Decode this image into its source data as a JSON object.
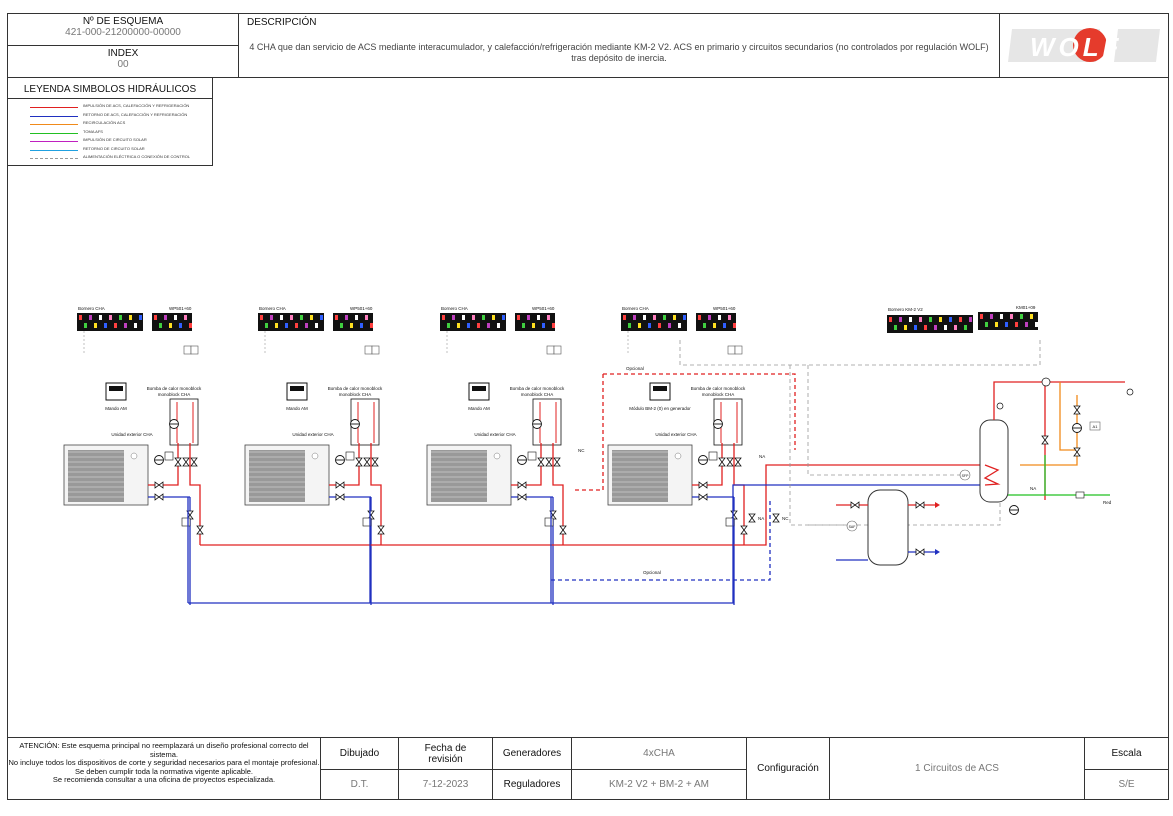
{
  "header": {
    "scheme_label": "Nº DE ESQUEMA",
    "scheme_value": "421-000-21200000-00000",
    "index_label": "INDEX",
    "index_value": "00",
    "description_label": "DESCRIPCIÓN",
    "description_text": "4  CHA que dan servicio de ACS mediante interacumulador, y calefacción/refrigeración mediante KM-2 V2. ACS en primario y circuitos secundarios (no controlados por regulación WOLF) tras depósito de inercia.",
    "logo_text": "WOLF"
  },
  "legend": {
    "title": "LEYENDA SIMBOLOS HIDRÁULICOS",
    "items": [
      {
        "label": "IMPULSIÓN DE ACS, CALEFACCIÓN Y REFRIGERACIÓN",
        "color": "#e02020",
        "style": "solid"
      },
      {
        "label": "RETORNO DE ACS, CALEFACCIÓN Y REFRIGERACIÓN",
        "color": "#2030c0",
        "style": "solid"
      },
      {
        "label": "RECIRCULACIÓN ACS",
        "color": "#f08a1a",
        "style": "solid"
      },
      {
        "label": "TOMA AFS",
        "color": "#22c022",
        "style": "solid"
      },
      {
        "label": "IMPULSIÓN DE CIRCUITO SOLAR",
        "color": "#c020c0",
        "style": "solid"
      },
      {
        "label": "RETORNO DE CIRCUITO SOLAR",
        "color": "#20a0e0",
        "style": "solid"
      },
      {
        "label": "ALIMENTACIÓN ELÉCTRICA O CONEXIÓN DE CONTROL",
        "color": "#999999",
        "style": "dashed"
      }
    ]
  },
  "diagram": {
    "units": [
      {
        "bornero": "Bornero CHA",
        "wp": "WP501+60",
        "mando": "Mando AM",
        "bomba": "Bomba de calor monoblock CHA",
        "unidad": "Unidad exterior CHA"
      },
      {
        "bornero": "Bornero CHA",
        "wp": "WP501+60",
        "mando": "Mando AM",
        "bomba": "Bomba de calor monoblock CHA",
        "unidad": "Unidad exterior CHA"
      },
      {
        "bornero": "Bornero CHA",
        "wp": "WP501+60",
        "mando": "Mando AM",
        "bomba": "Bomba de calor monoblock CHA",
        "unidad": "Unidad exterior CHA"
      },
      {
        "bornero": "Bornero CHA",
        "wp": "WP501+60",
        "mando": "Módulo BM-2 (0) en generador",
        "bomba": "Bomba de calor monoblock CHA",
        "unidad": "Unidad exterior CHA"
      }
    ],
    "km_bornero": "Bornero KM-2 V2",
    "km_module": "KM01+09",
    "optional_1": "Opcional",
    "optional_2": "Opcional",
    "nc": "NC",
    "na": "NA",
    "red": "Red",
    "a1": "A1",
    "sfp": "SFP",
    "saf": "SAF"
  },
  "footer": {
    "warning_lines": [
      "ATENCIÓN: Este esquema principal no reemplazará un diseño profesional correcto del sistema.",
      "No incluye todos los dispositivos de corte y seguridad necesarios para el montaje profesional.",
      "Se deben cumplir toda la normativa vigente aplicable.",
      "Se recomienda consultar a una oficina de proyectos especializada."
    ],
    "dibujado_label": "Dibujado",
    "dibujado_value": "D.T.",
    "fecha_label": "Fecha de revisión",
    "fecha_value": "7-12-2023",
    "generadores_label": "Generadores",
    "generadores_value": "4xCHA",
    "reguladores_label": "Reguladores",
    "reguladores_value": "KM-2 V2 + BM-2 + AM",
    "configuracion_label": "Configuración",
    "configuracion_value": "1 Circuitos de ACS",
    "escala_label": "Escala",
    "escala_value": "S/E"
  }
}
